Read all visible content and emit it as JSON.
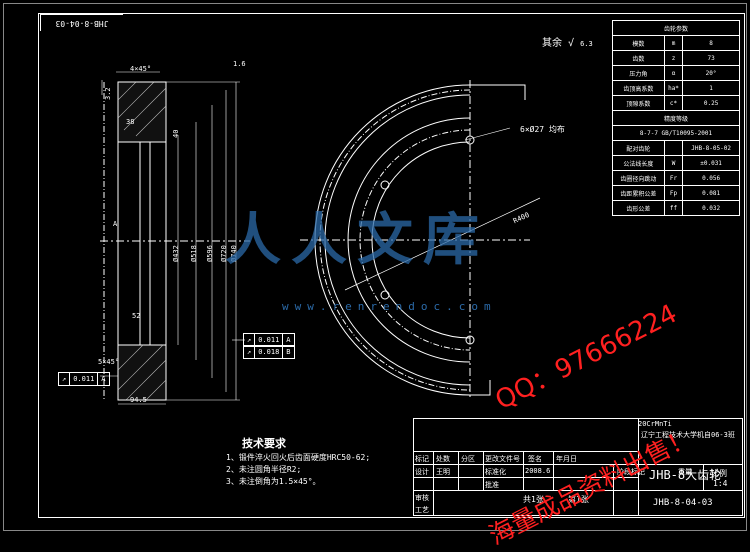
{
  "drawing_number_box": "JHB-8-04-03",
  "roughness_label": "其余",
  "roughness_value": "6.3",
  "params_table": [
    [
      "齿轮参数",
      "",
      ""
    ],
    [
      "模数",
      "m",
      "8"
    ],
    [
      "齿数",
      "z",
      "73"
    ],
    [
      "压力角",
      "α",
      "20°"
    ],
    [
      "齿顶高系数",
      "ha*",
      "1"
    ],
    [
      "顶隙系数",
      "c*",
      "0.25"
    ],
    [
      "精度等级",
      "",
      ""
    ],
    [
      "8-7-7 GB/T10095-2001",
      "",
      ""
    ],
    [
      "配对齿轮",
      "",
      "JHB-8-05-02"
    ],
    [
      "公法线长度",
      "W",
      "±0.031"
    ],
    [
      "齿圈径向跳动",
      "Fr",
      "0.056"
    ],
    [
      "齿距累积公差",
      "Fp",
      "0.081"
    ],
    [
      "齿形公差",
      "ff",
      "0.032"
    ]
  ],
  "left_view_dims": {
    "chamfer_top": "4×45°",
    "chamfer_bottom": "5×45°",
    "roughness_top": "1.6",
    "roughness_side": "3.2",
    "dim_52": "52",
    "dim_38": "38",
    "dim_width": "94.5",
    "dim_40": "40",
    "dia_1": "Ø432",
    "dia_2": "Ø518",
    "dia_3": "Ø596",
    "dia_4": "Ø720",
    "dia_5": "Ø740",
    "datum": "A"
  },
  "tolerance_frames": [
    {
      "symbol": "↗",
      "value": "0.011",
      "datum": "A"
    },
    {
      "symbol": "↗",
      "value": "0.018",
      "datum": "B"
    }
  ],
  "left_tol_frame": {
    "symbol": "↗",
    "value": "0.011",
    "datum": "A"
  },
  "front_view_labels": {
    "hole_note": "6×Ø27 均布",
    "radius_note": "R400"
  },
  "tech_requirements": {
    "title": "技术要求",
    "items": [
      "1、锻件淬火回火后齿面硬度HRC50-62;",
      "2、未注圆角半径R2;",
      "3、未注倒角为1.5×45°。"
    ]
  },
  "title_block": {
    "university": "辽宁工程技术大学机自06-3班",
    "part_name": "JHB-8大齿轮",
    "material": "20CrMnTi",
    "drawing_code": "JHB-8-04-03",
    "scale_label": "比例",
    "scale": "1:4",
    "sheets": "共1张",
    "sheet_no": "第1张",
    "row_labels": [
      "标记",
      "处数",
      "分区",
      "更改文件号",
      "签名",
      "年月日"
    ],
    "designer_label": "设计",
    "designer": "王明",
    "date": "2008.6",
    "standard_label": "标准化",
    "review_label": "审核",
    "process_label": "工艺",
    "approve_label": "批准",
    "stage_label": "阶段标记",
    "weight_label": "重量"
  },
  "watermark": {
    "text": "人人文库",
    "url": "www.renrendoc.com"
  },
  "ads": {
    "qq": "QQ：97666224",
    "sale": "海量成品资料出售！"
  }
}
